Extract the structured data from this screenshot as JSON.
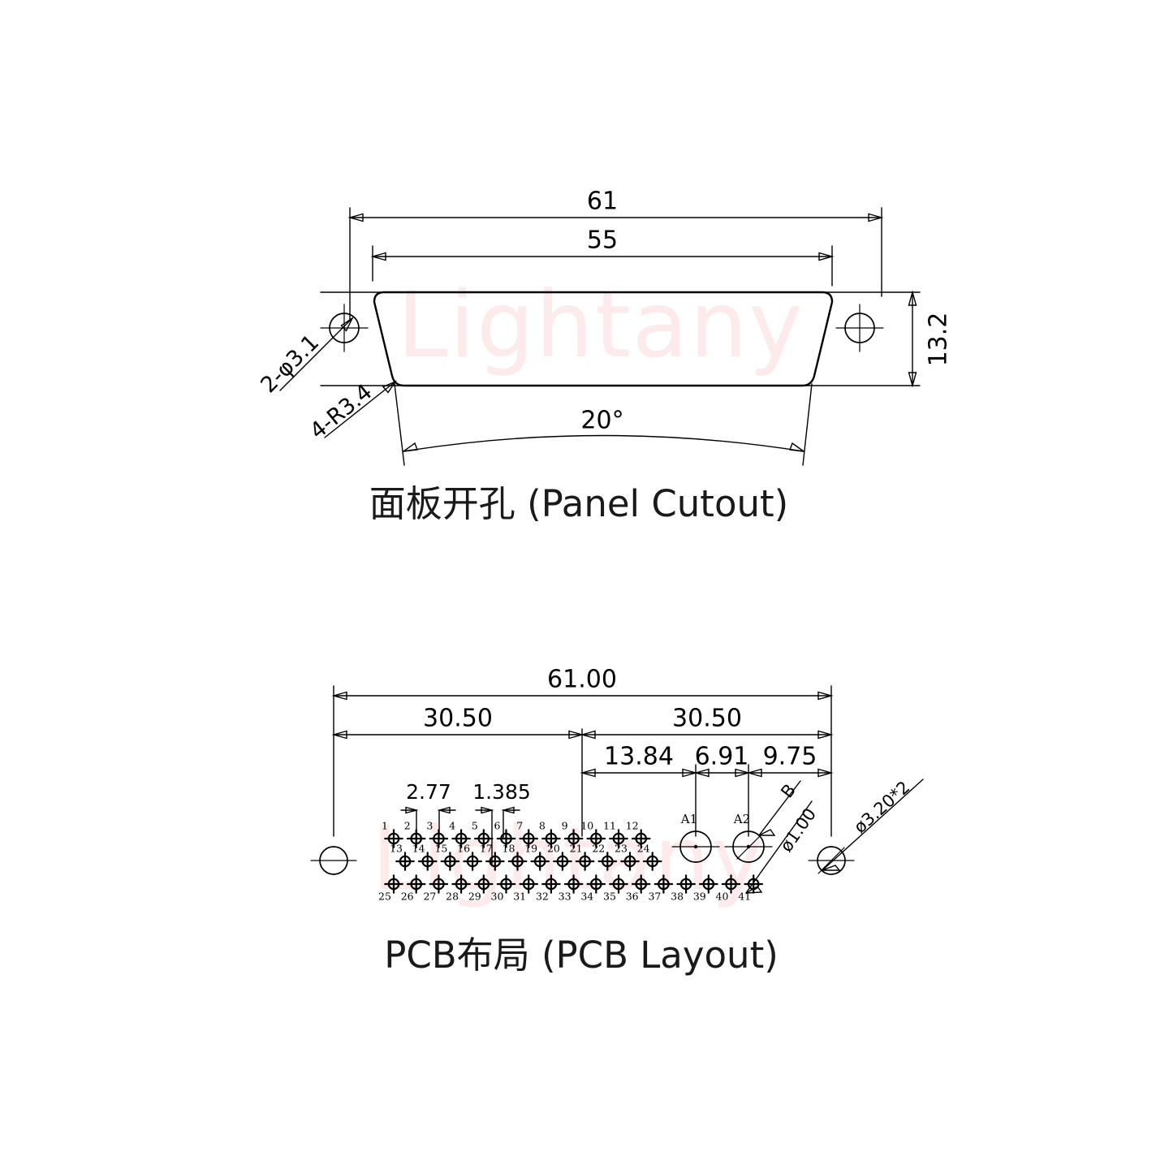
{
  "document": {
    "type": "engineering-drawing",
    "watermark_text": "Lightany",
    "watermark_color": "#fdeaea",
    "line_color": "#000000",
    "background": "#ffffff"
  },
  "panel_cutout": {
    "caption": "面板开孔 (Panel Cutout)",
    "dimensions": {
      "overall_width": "61",
      "cutout_width": "55",
      "height": "13.2",
      "angle": "20°"
    },
    "callouts": {
      "mounting_holes": "2-φ3.1",
      "corner_radius": "4-R3.4"
    }
  },
  "pcb_layout": {
    "caption": "PCB布局 (PCB Layout)",
    "dimensions": {
      "overall_width": "61.00",
      "left_half": "30.50",
      "right_half": "30.50",
      "d1": "13.84",
      "d2": "6.91",
      "d3": "9.75",
      "pitch_major": "2.77",
      "pitch_minor": "1.385"
    },
    "callouts": {
      "pin_hole_dia": "ø1.00",
      "mount_hole_dia": "ø3.20*2",
      "power_hole_label": "B"
    },
    "pins": {
      "row1": [
        "1",
        "2",
        "3",
        "4",
        "5",
        "6",
        "7",
        "8",
        "9",
        "10",
        "11",
        "12"
      ],
      "row2": [
        "13",
        "14",
        "15",
        "16",
        "17",
        "18",
        "19",
        "20",
        "21",
        "22",
        "23",
        "24"
      ],
      "row3": [
        "25",
        "26",
        "27",
        "28",
        "29",
        "30",
        "31",
        "32",
        "33",
        "34",
        "35",
        "36",
        "37",
        "38",
        "39",
        "40",
        "41"
      ],
      "power_pins": [
        "A1",
        "A2"
      ]
    }
  }
}
